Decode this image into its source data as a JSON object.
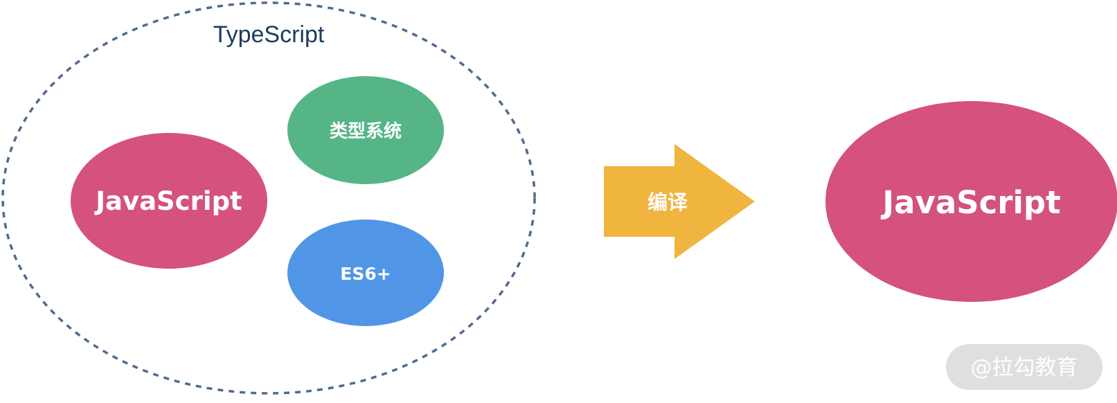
{
  "diagram": {
    "outer_label": "TypeScript",
    "inner": {
      "javascript": "JavaScript",
      "type_system": "类型系统",
      "es6": "ES6+"
    },
    "arrow_label": "编译",
    "output_label": "JavaScript",
    "watermark": "@拉勾教育"
  },
  "colors": {
    "outer_border": "#4e6b8f",
    "title": "#1f3a60",
    "javascript": "#d4527b",
    "type_system": "#55b587",
    "es6": "#5196e6",
    "arrow": "#efb53f",
    "watermark_bg": "#d9d9d9"
  }
}
